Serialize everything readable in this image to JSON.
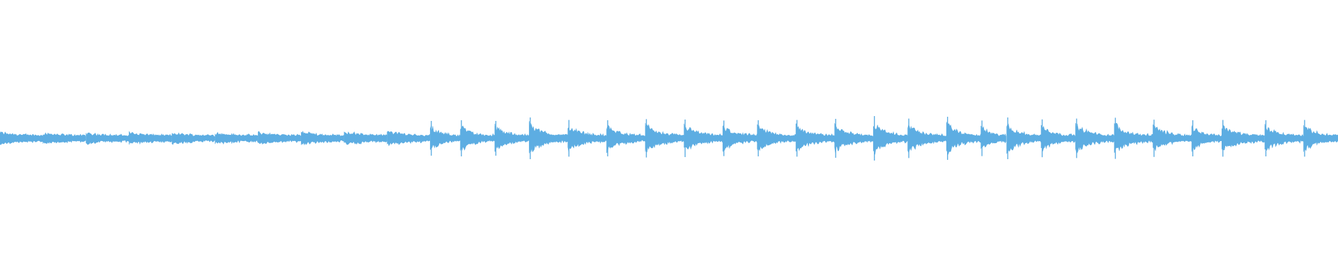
{
  "waveform": {
    "color": "#5dade2",
    "background": "#ffffff",
    "segments": [
      {
        "attack": 0.3,
        "decay": 0.7,
        "len": 1.0,
        "kind": "quiet"
      },
      {
        "attack": 0.2,
        "decay": 0.6,
        "len": 1.0,
        "kind": "quiet"
      },
      {
        "attack": 0.18,
        "decay": 0.6,
        "len": 1.0,
        "kind": "quiet"
      },
      {
        "attack": 0.25,
        "decay": 0.6,
        "len": 1.0,
        "kind": "quiet"
      },
      {
        "attack": 0.2,
        "decay": 0.6,
        "len": 1.0,
        "kind": "quiet"
      },
      {
        "attack": 0.22,
        "decay": 0.6,
        "len": 1.0,
        "kind": "quiet"
      },
      {
        "attack": 0.28,
        "decay": 0.6,
        "len": 1.0,
        "kind": "quiet"
      },
      {
        "attack": 0.35,
        "decay": 0.6,
        "len": 1.0,
        "kind": "quiet"
      },
      {
        "attack": 0.4,
        "decay": 0.6,
        "len": 1.0,
        "kind": "quiet"
      },
      {
        "attack": 0.45,
        "decay": 0.6,
        "len": 1.0,
        "kind": "quiet"
      },
      {
        "attack": 0.55,
        "decay": 0.6,
        "len": 0.7,
        "kind": "loud"
      },
      {
        "attack": 0.6,
        "decay": 0.6,
        "len": 0.8,
        "kind": "loud"
      },
      {
        "attack": 0.55,
        "decay": 0.6,
        "len": 0.8,
        "kind": "loud"
      },
      {
        "attack": 0.8,
        "decay": 0.6,
        "len": 0.9,
        "kind": "loud"
      },
      {
        "attack": 0.62,
        "decay": 0.6,
        "len": 0.9,
        "kind": "loud"
      },
      {
        "attack": 0.6,
        "decay": 0.6,
        "len": 0.9,
        "kind": "loud"
      },
      {
        "attack": 0.68,
        "decay": 0.6,
        "len": 0.9,
        "kind": "loud"
      },
      {
        "attack": 0.65,
        "decay": 0.6,
        "len": 0.9,
        "kind": "loud"
      },
      {
        "attack": 0.58,
        "decay": 0.6,
        "len": 0.8,
        "kind": "loud"
      },
      {
        "attack": 0.6,
        "decay": 0.6,
        "len": 0.9,
        "kind": "loud"
      },
      {
        "attack": 0.62,
        "decay": 0.6,
        "len": 0.9,
        "kind": "loud"
      },
      {
        "attack": 0.7,
        "decay": 0.6,
        "len": 0.9,
        "kind": "loud"
      },
      {
        "attack": 0.9,
        "decay": 0.6,
        "len": 0.8,
        "kind": "loud"
      },
      {
        "attack": 0.72,
        "decay": 0.6,
        "len": 0.9,
        "kind": "loud"
      },
      {
        "attack": 0.85,
        "decay": 0.6,
        "len": 0.8,
        "kind": "loud"
      },
      {
        "attack": 0.58,
        "decay": 0.6,
        "len": 0.6,
        "kind": "loud"
      },
      {
        "attack": 0.8,
        "decay": 0.6,
        "len": 0.8,
        "kind": "loud"
      },
      {
        "attack": 0.66,
        "decay": 0.6,
        "len": 0.8,
        "kind": "loud"
      },
      {
        "attack": 0.72,
        "decay": 0.6,
        "len": 0.9,
        "kind": "loud"
      },
      {
        "attack": 0.78,
        "decay": 0.6,
        "len": 0.9,
        "kind": "loud"
      },
      {
        "attack": 0.64,
        "decay": 0.6,
        "len": 0.9,
        "kind": "loud"
      },
      {
        "attack": 0.6,
        "decay": 0.6,
        "len": 0.7,
        "kind": "loud"
      },
      {
        "attack": 0.62,
        "decay": 0.6,
        "len": 1.0,
        "kind": "loud"
      },
      {
        "attack": 0.6,
        "decay": 0.6,
        "len": 0.9,
        "kind": "loud"
      },
      {
        "attack": 0.62,
        "decay": 0.6,
        "len": 0.8,
        "kind": "loud"
      }
    ]
  }
}
